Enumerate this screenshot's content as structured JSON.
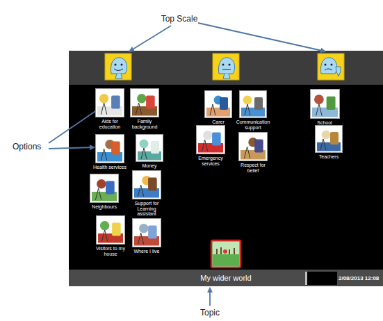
{
  "diagram": {
    "nodes": [
      {
        "text": [
          "Aids for education"
        ]
      },
      {
        "text": [
          "Family background"
        ]
      },
      {
        "text": [
          "Health services"
        ]
      },
      {
        "text": [
          "Money"
        ]
      },
      {
        "text": [
          "Neighbours"
        ]
      },
      {
        "text": [
          "Support for Learning assistant"
        ]
      },
      {
        "text": [
          "Visitors to my house"
        ]
      },
      {
        "text": [
          "Where I live"
        ]
      },
      {
        "text": [
          "Carer"
        ]
      },
      {
        "text": [
          "Communication support"
        ]
      },
      {
        "text": [
          "Emergency services"
        ]
      },
      {
        "text": [
          "Respect for belief"
        ]
      },
      {
        "text": [
          "School"
        ]
      },
      {
        "text": [
          "Teachers"
        ]
      },
      {
        "text": [
          "My wider world",
          "2/08/2013 12:08"
        ]
      }
    ],
    "labels": [
      "Top Scale",
      "Options",
      "Topic"
    ]
  }
}
